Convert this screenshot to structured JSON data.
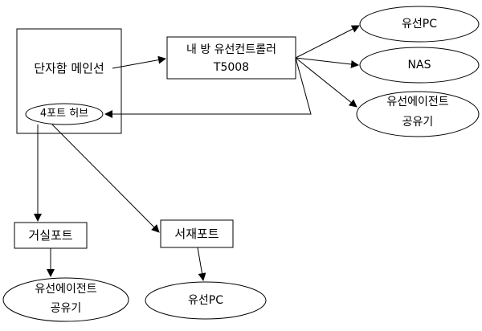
{
  "nodes": {
    "main_line": "단자함 메인선",
    "hub": "4포트 허브",
    "controller_line1": "내 방 유선컨트롤러",
    "controller_line2": "T5008",
    "wired_pc_top": "유선PC",
    "nas": "NAS",
    "ap_top_line1": "유선에이전트",
    "ap_top_line2": "공유기",
    "living_port": "거실포트",
    "study_port": "서재포트",
    "ap_bottom_line1": "유선에이전트",
    "ap_bottom_line2": "공유기",
    "wired_pc_bottom": "유선PC"
  },
  "colors": {
    "stroke": "#000000",
    "background": "#ffffff"
  }
}
